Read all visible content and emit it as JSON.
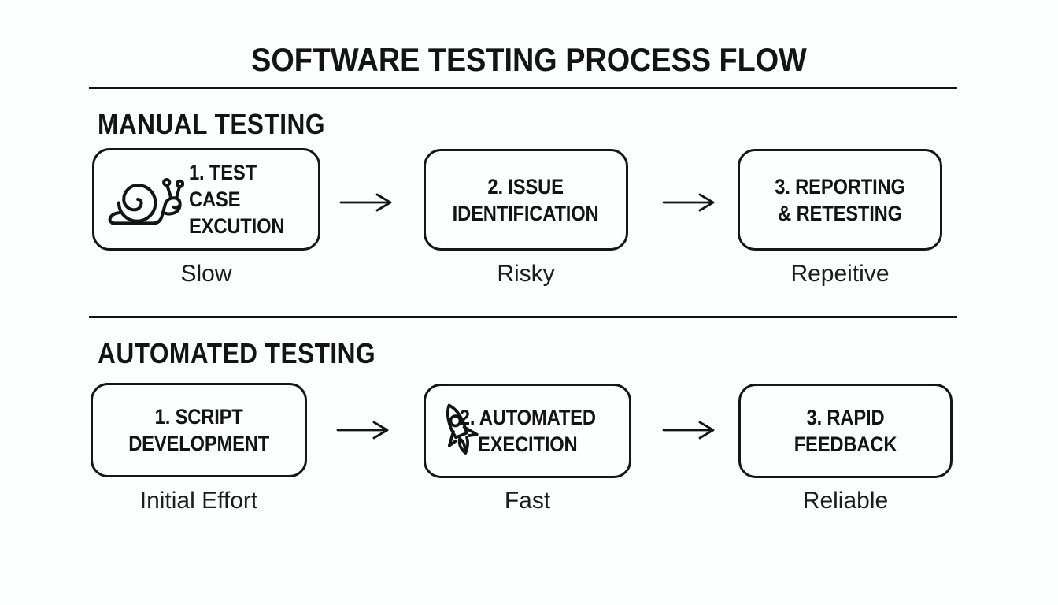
{
  "title": "SOFTWARE TESTING PROCESS FLOW",
  "colors": {
    "ink": "#141414",
    "background": "#fcfdfd"
  },
  "manual": {
    "heading": "MANUAL TESTING",
    "steps": [
      {
        "lines": [
          "1. TEST CASE",
          "EXCUTION"
        ],
        "icon": "snail-icon",
        "caption": "Slow"
      },
      {
        "lines": [
          "2. ISSUE",
          "IDENTIFICATION"
        ],
        "caption": "Risky"
      },
      {
        "lines": [
          "3. REPORTING",
          "& RETESTING"
        ],
        "caption": "Repeitive"
      }
    ]
  },
  "automated": {
    "heading": "AUTOMATED TESTING",
    "steps": [
      {
        "lines": [
          "1. SCRIPT",
          "DEVELOPMENT"
        ],
        "caption": "Initial Effort"
      },
      {
        "lines": [
          "2. AUTOMATED",
          "EXECITION"
        ],
        "icon": "rocket-icon",
        "caption": "Fast"
      },
      {
        "lines": [
          "3. RAPID FEEDBACK"
        ],
        "caption": "Reliable"
      }
    ]
  }
}
